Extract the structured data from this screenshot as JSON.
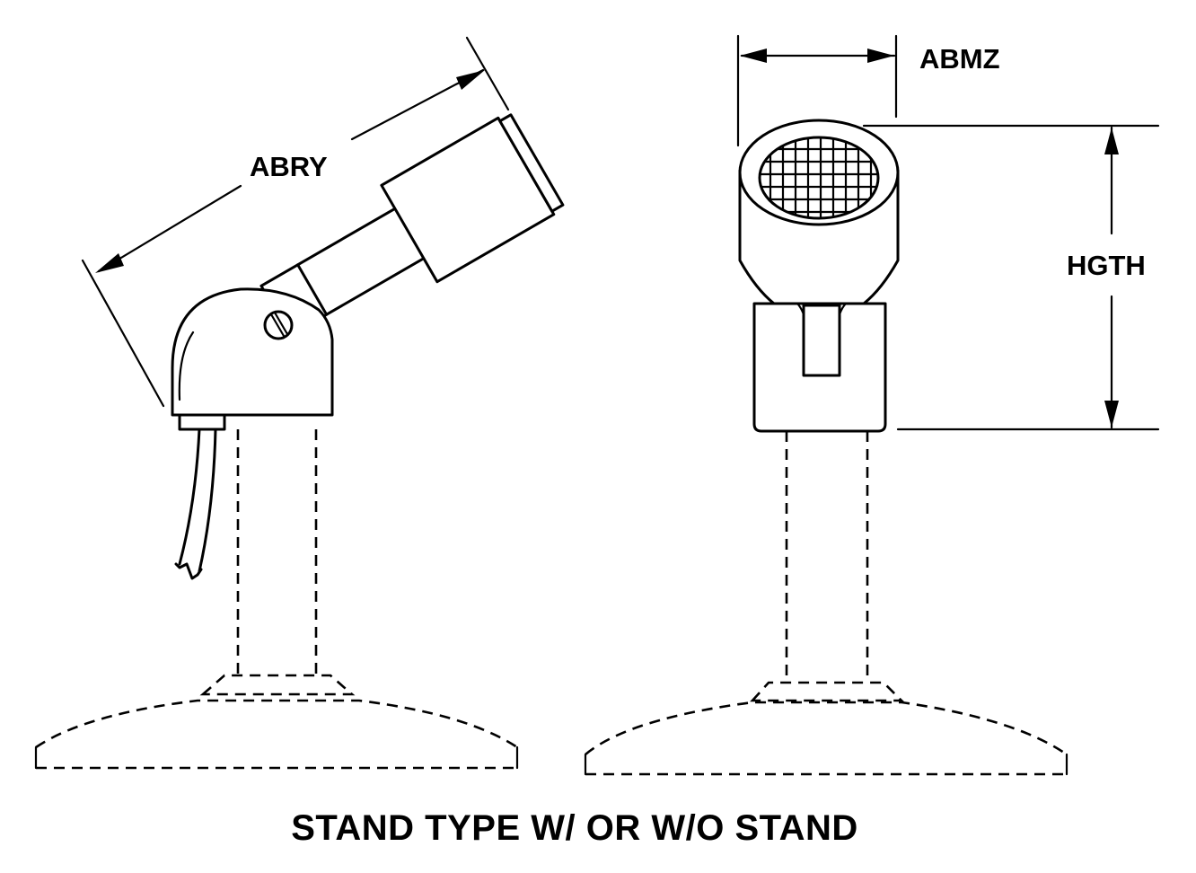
{
  "labels": {
    "abry": "ABRY",
    "abmz": "ABMZ",
    "hgth": "HGTH"
  },
  "caption": "STAND TYPE W/ OR W/O STAND"
}
